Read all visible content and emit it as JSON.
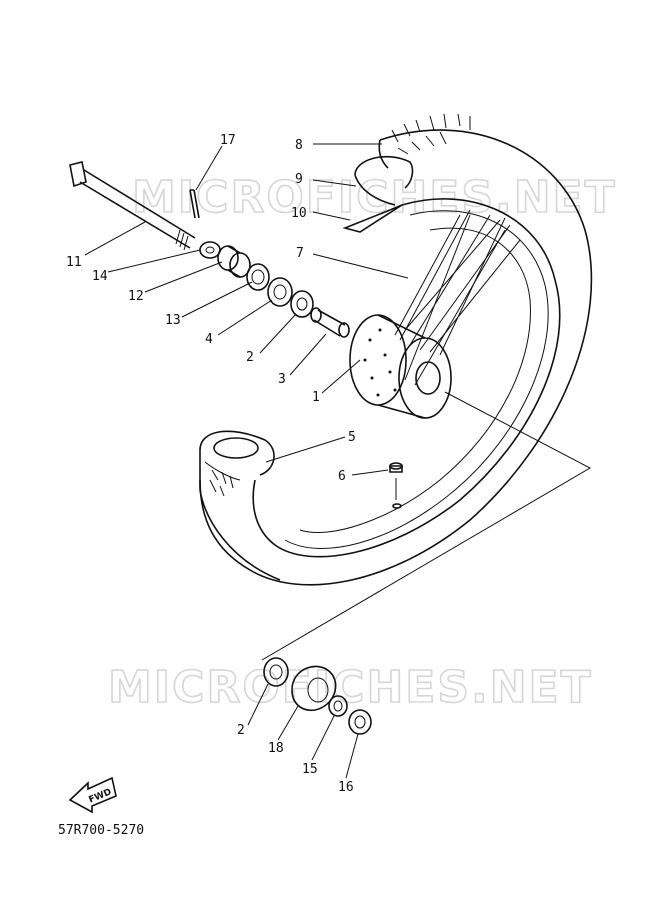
{
  "watermark": {
    "top": "MICROFICHES.NET",
    "bottom": "MICROFICHES.NET"
  },
  "callouts": {
    "c17": "17",
    "c8": "8",
    "c9": "9",
    "c10": "10",
    "c7": "7",
    "c11": "11",
    "c14": "14",
    "c12": "12",
    "c13": "13",
    "c4": "4",
    "c2": "2",
    "c3": "3",
    "c1": "1",
    "c5": "5",
    "c6": "6",
    "c2b": "2",
    "c18": "18",
    "c15": "15",
    "c16": "16"
  },
  "fwd_label": "FWD",
  "drawing_code": "57R700-5270"
}
